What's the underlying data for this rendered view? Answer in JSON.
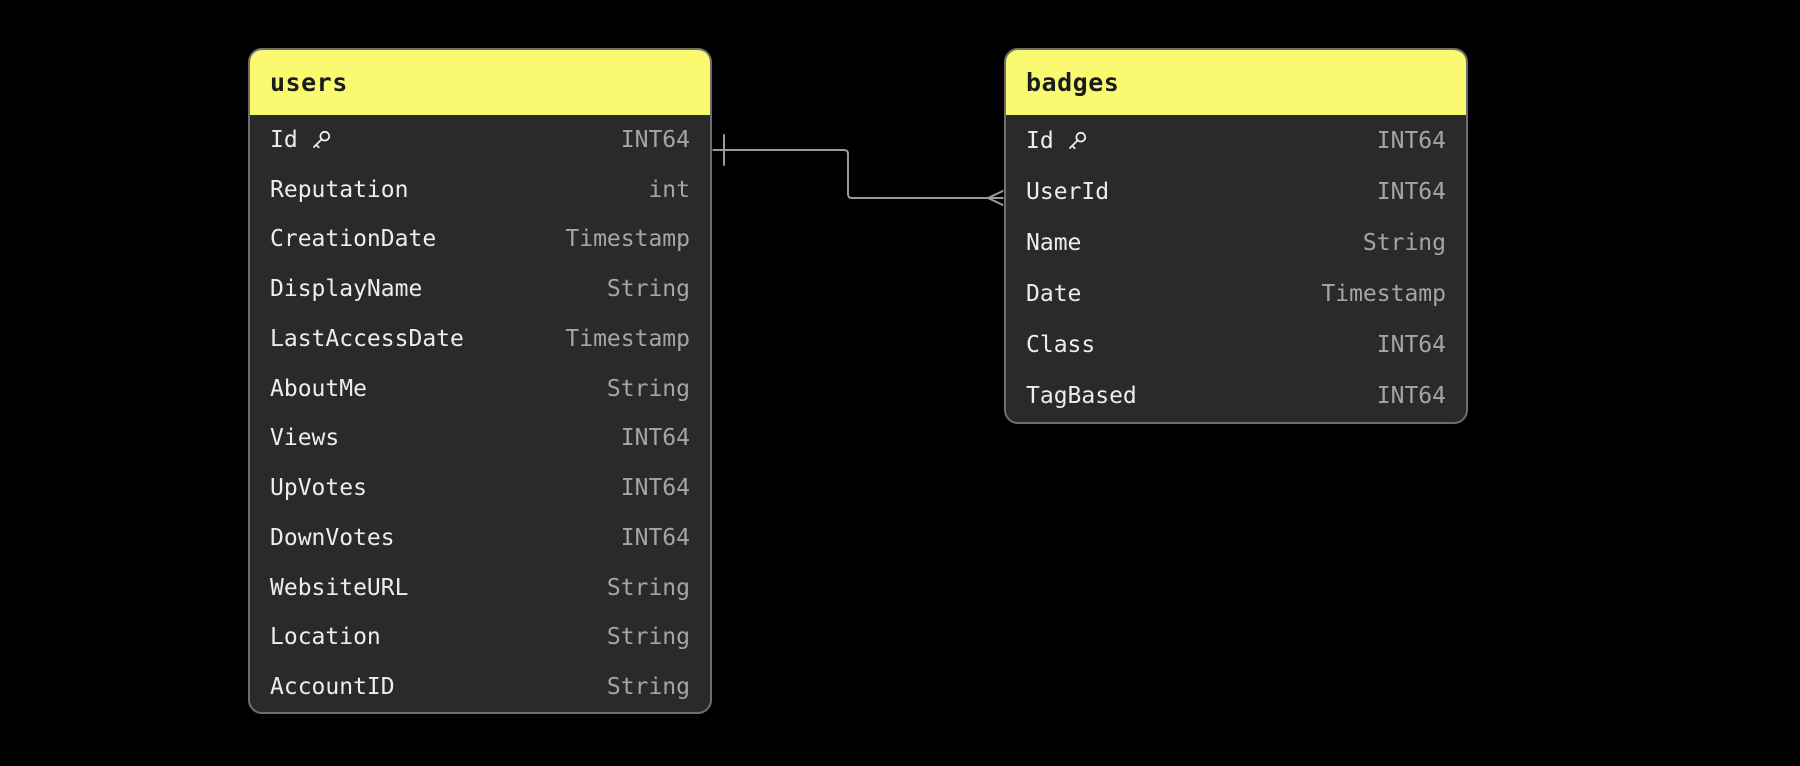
{
  "diagram": {
    "background_color": "#000000",
    "theme": {
      "header_color": "#f9fa6f",
      "header_text_color": "#1a1b1e",
      "body_color": "#2a2a2b",
      "border_color": "#6e6e6e",
      "field_text_color": "#ededed",
      "type_text_color": "#a5a5a8",
      "connector_color": "#9b9b9b"
    }
  },
  "tables": [
    {
      "name": "users",
      "fields": [
        {
          "name": "Id",
          "type": "INT64",
          "primary_key": true
        },
        {
          "name": "Reputation",
          "type": "int",
          "primary_key": false
        },
        {
          "name": "CreationDate",
          "type": "Timestamp",
          "primary_key": false
        },
        {
          "name": "DisplayName",
          "type": "String",
          "primary_key": false
        },
        {
          "name": "LastAccessDate",
          "type": "Timestamp",
          "primary_key": false
        },
        {
          "name": "AboutMe",
          "type": "String",
          "primary_key": false
        },
        {
          "name": "Views",
          "type": "INT64",
          "primary_key": false
        },
        {
          "name": "UpVotes",
          "type": "INT64",
          "primary_key": false
        },
        {
          "name": "DownVotes",
          "type": "INT64",
          "primary_key": false
        },
        {
          "name": "WebsiteURL",
          "type": "String",
          "primary_key": false
        },
        {
          "name": "Location",
          "type": "String",
          "primary_key": false
        },
        {
          "name": "AccountID",
          "type": "String",
          "primary_key": false
        }
      ]
    },
    {
      "name": "badges",
      "fields": [
        {
          "name": "Id",
          "type": "INT64",
          "primary_key": true
        },
        {
          "name": "UserId",
          "type": "INT64",
          "primary_key": false
        },
        {
          "name": "Name",
          "type": "String",
          "primary_key": false
        },
        {
          "name": "Date",
          "type": "Timestamp",
          "primary_key": false
        },
        {
          "name": "Class",
          "type": "INT64",
          "primary_key": false
        },
        {
          "name": "TagBased",
          "type": "INT64",
          "primary_key": false
        }
      ]
    }
  ],
  "relationship": {
    "from_table": "users",
    "from_field": "Id",
    "from_cardinality": "one",
    "to_table": "badges",
    "to_field": "UserId",
    "to_cardinality": "many"
  }
}
